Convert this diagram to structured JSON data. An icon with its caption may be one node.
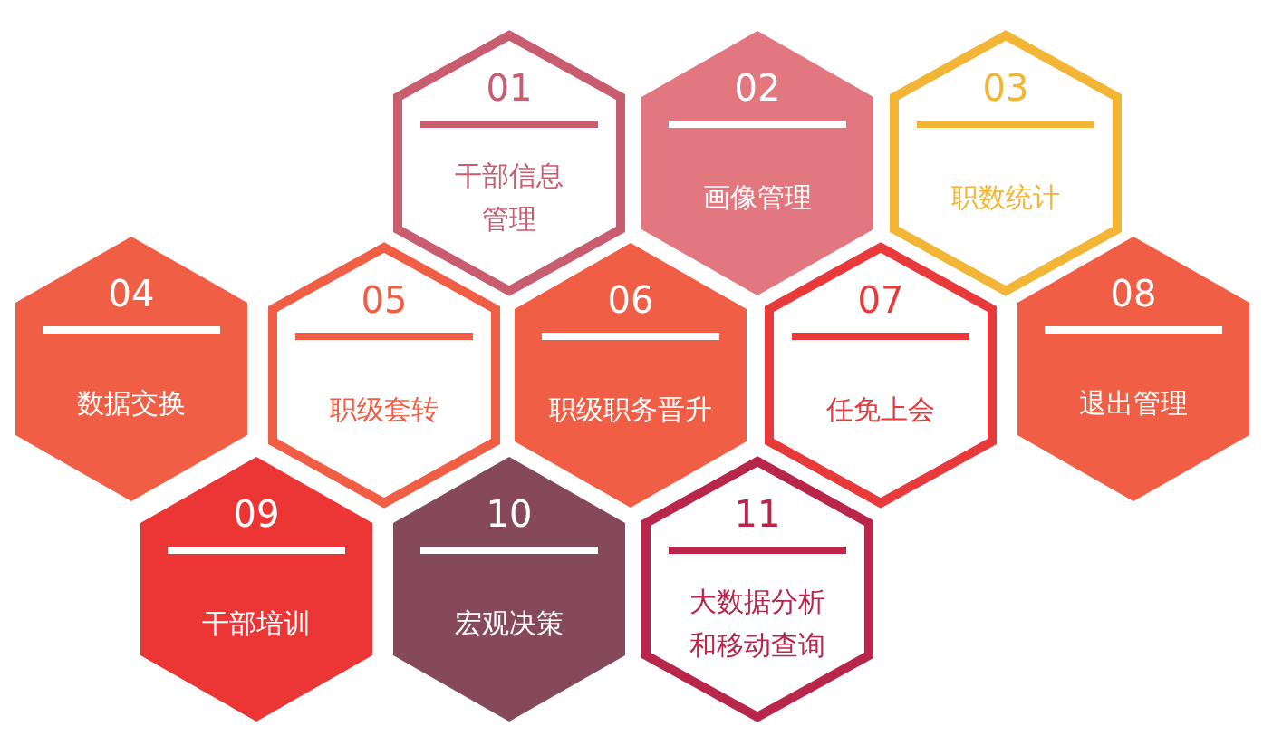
{
  "diagram": {
    "nodes": [
      {
        "text": [
          "01",
          "干部信息管理"
        ]
      },
      {
        "text": [
          "02",
          "画像管理"
        ]
      },
      {
        "text": [
          "03",
          "职数统计"
        ]
      },
      {
        "text": [
          "04",
          "数据交换"
        ]
      },
      {
        "text": [
          "05",
          "职级套转"
        ]
      },
      {
        "text": [
          "06",
          "职级职务晋升"
        ]
      },
      {
        "text": [
          "07",
          "任免上会"
        ]
      },
      {
        "text": [
          "08",
          "退出管理"
        ]
      },
      {
        "text": [
          "09",
          "干部培训"
        ]
      },
      {
        "text": [
          "10",
          "宏观决策"
        ]
      },
      {
        "text": [
          "11",
          "大数据分析和移动查询"
        ]
      }
    ]
  }
}
